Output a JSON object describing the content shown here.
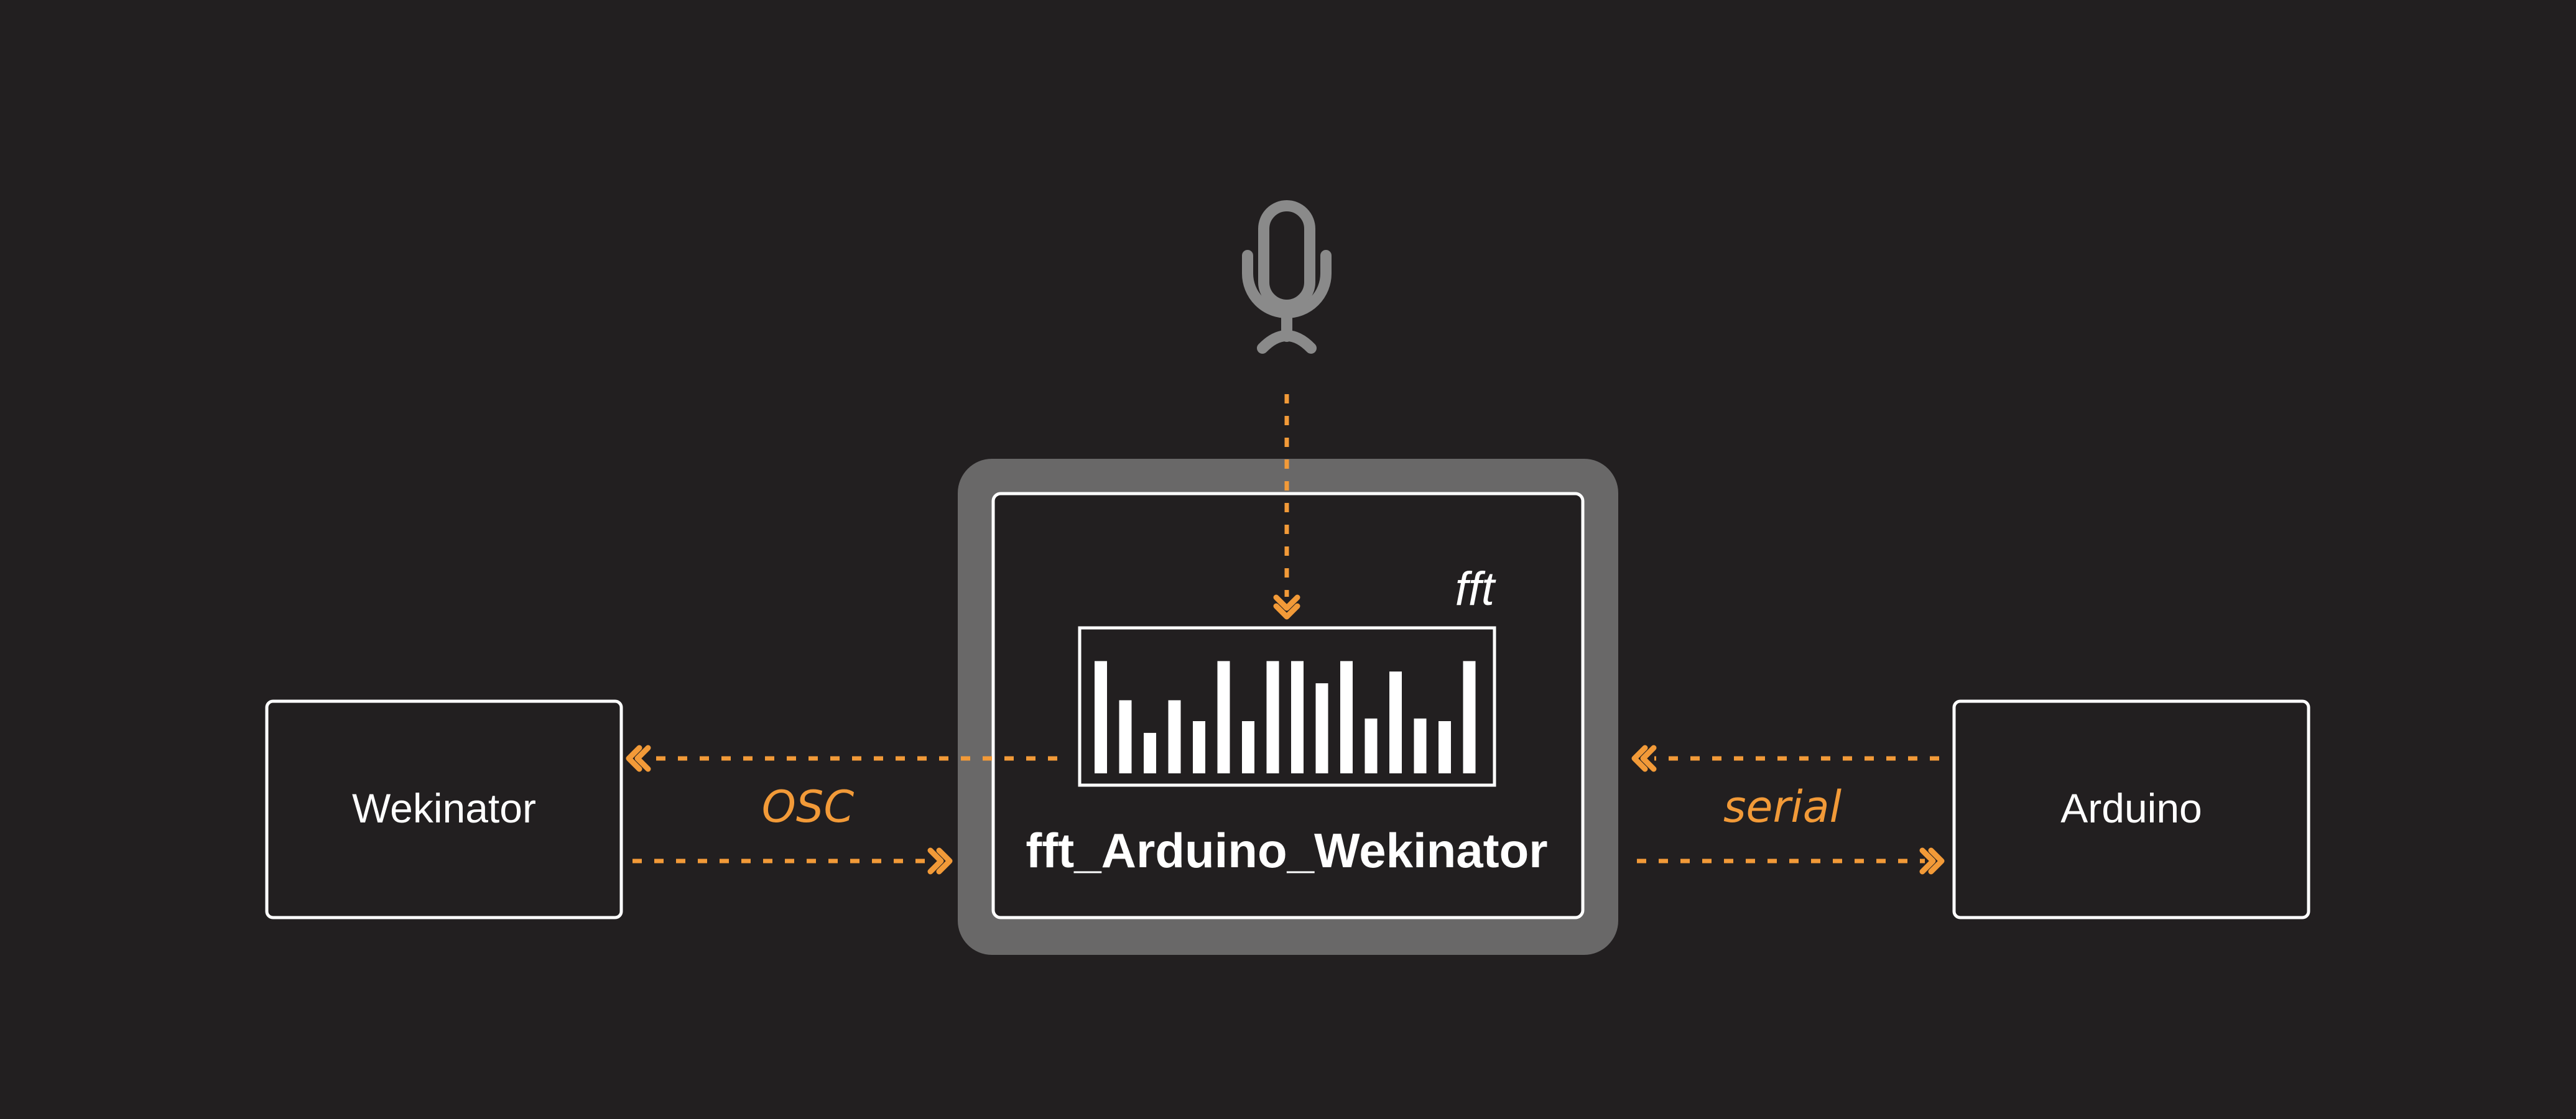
{
  "colors": {
    "background": "#221f20",
    "box_stroke": "#ffffff",
    "container_fill": "#696868",
    "arrow": "#f29a38",
    "microphone": "#8a8a8a"
  },
  "nodes": {
    "left_box": {
      "label": "Wekinator"
    },
    "right_box": {
      "label": "Arduino"
    },
    "center": {
      "title": "fft_Arduino_Wekinator",
      "fft_label": "fft"
    },
    "microphone": {
      "icon": "microphone-icon"
    }
  },
  "connections": {
    "left_link_label": "OSC",
    "right_link_label": "serial"
  },
  "fft_bars": [
    0.86,
    0.56,
    0.31,
    0.56,
    0.4,
    0.86,
    0.4,
    0.86,
    0.86,
    0.69,
    0.86,
    0.42,
    0.78,
    0.42,
    0.4,
    0.86
  ]
}
